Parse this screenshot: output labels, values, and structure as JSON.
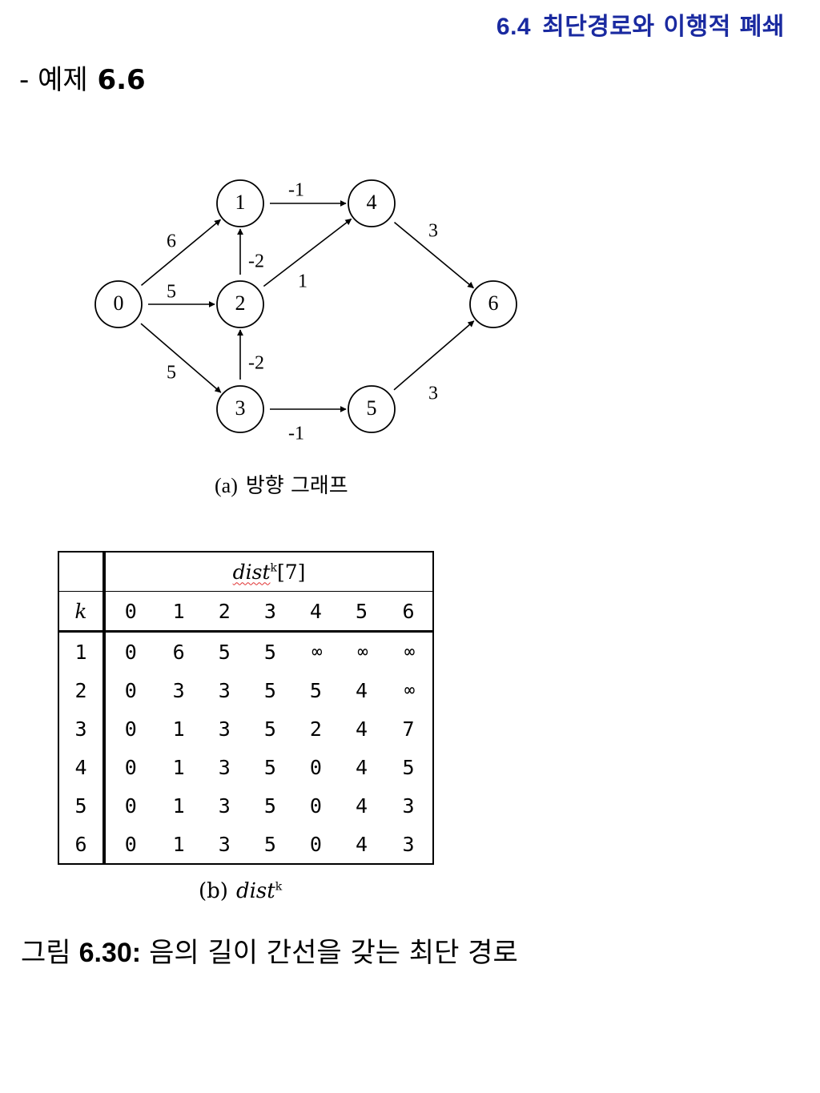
{
  "header": {
    "section_number": "6.4",
    "section_title": "최단경로와 이행적 폐쇄"
  },
  "example": {
    "label": "- 예제",
    "number": "6.6"
  },
  "graph": {
    "nodes": [
      "0",
      "1",
      "2",
      "3",
      "4",
      "5",
      "6"
    ],
    "edges": [
      {
        "from": "0",
        "to": "1",
        "weight": "6"
      },
      {
        "from": "0",
        "to": "2",
        "weight": "5"
      },
      {
        "from": "0",
        "to": "3",
        "weight": "5"
      },
      {
        "from": "2",
        "to": "1",
        "weight": "-2"
      },
      {
        "from": "3",
        "to": "2",
        "weight": "-2"
      },
      {
        "from": "1",
        "to": "4",
        "weight": "-1"
      },
      {
        "from": "2",
        "to": "4",
        "weight": "1"
      },
      {
        "from": "3",
        "to": "5",
        "weight": "-1"
      },
      {
        "from": "4",
        "to": "6",
        "weight": "3"
      },
      {
        "from": "5",
        "to": "6",
        "weight": "3"
      }
    ],
    "caption_paren": "(a)",
    "caption_text": "방향 그래프"
  },
  "table": {
    "header_word": "dist",
    "header_sup": "k",
    "header_suffix": "[7]",
    "k_label": "k",
    "columns": [
      "0",
      "1",
      "2",
      "3",
      "4",
      "5",
      "6"
    ],
    "rows": [
      {
        "k": "1",
        "values": [
          "0",
          "6",
          "5",
          "5",
          "∞",
          "∞",
          "∞"
        ]
      },
      {
        "k": "2",
        "values": [
          "0",
          "3",
          "3",
          "5",
          "5",
          "4",
          "∞"
        ]
      },
      {
        "k": "3",
        "values": [
          "0",
          "1",
          "3",
          "5",
          "2",
          "4",
          "7"
        ]
      },
      {
        "k": "4",
        "values": [
          "0",
          "1",
          "3",
          "5",
          "0",
          "4",
          "5"
        ]
      },
      {
        "k": "5",
        "values": [
          "0",
          "1",
          "3",
          "5",
          "0",
          "4",
          "3"
        ]
      },
      {
        "k": "6",
        "values": [
          "0",
          "1",
          "3",
          "5",
          "0",
          "4",
          "3"
        ]
      }
    ],
    "caption_paren": "(b)",
    "caption_word": "dist",
    "caption_sup": "k"
  },
  "figure": {
    "label": "그림",
    "number": "6.30:",
    "text": "음의 길이 간선을 갖는 최단 경로"
  }
}
